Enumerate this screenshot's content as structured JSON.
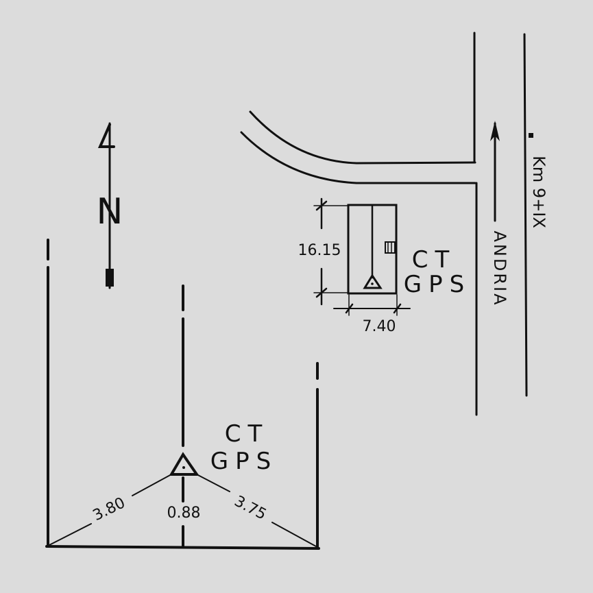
{
  "colors": {
    "background": "#dcdcdc",
    "ink": "#111111"
  },
  "icons": {
    "north": "north-arrow-icon",
    "benchmark": "triangle-benchmark-icon",
    "traffic": "direction-arrow-icon"
  },
  "north_arrow": {
    "letter": "N"
  },
  "road": {
    "name": "ANDRIA",
    "km_marker": "Km 9+IX"
  },
  "building": {
    "height_dim": "16.15",
    "width_dim": "7.40",
    "label_line1": "CT",
    "label_line2": "GPS"
  },
  "detail": {
    "label_line1": "CT",
    "label_line2": "GPS",
    "left_dist": "3.80",
    "center_dist": "0.88",
    "right_dist": "3.75"
  }
}
